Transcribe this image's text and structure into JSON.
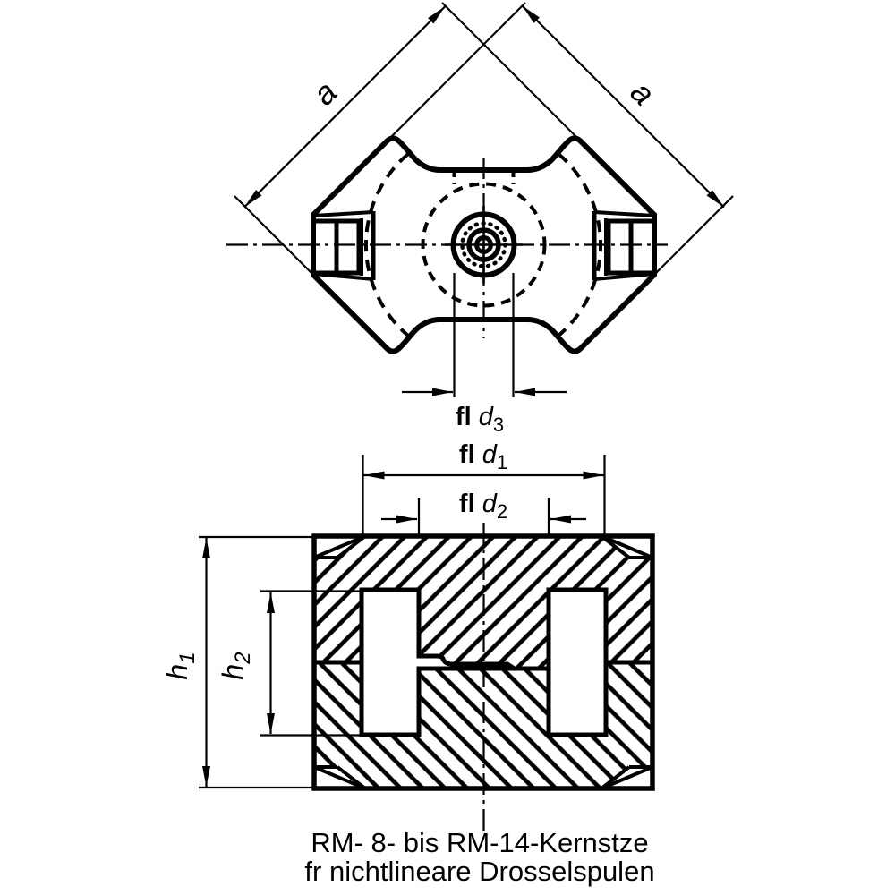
{
  "figure": {
    "title_caption": {
      "line1": "RM- 8- bis RM-14-Kernstze",
      "line2": "fr nichtlineare Drosselspulen"
    },
    "top_view": {
      "dim_a_left": "a",
      "dim_a_right": "a",
      "dim_d3": {
        "prefix": "fl",
        "symbol": "d",
        "sub": "3"
      }
    },
    "section_view": {
      "dim_d1": {
        "prefix": "fl",
        "symbol": "d",
        "sub": "1"
      },
      "dim_d2": {
        "prefix": "fl",
        "symbol": "d",
        "sub": "2"
      },
      "dim_h1": {
        "symbol": "h",
        "sub": "1"
      },
      "dim_h2": {
        "symbol": "h",
        "sub": "2"
      }
    },
    "colors": {
      "ink": "#000000",
      "background": "#ffffff"
    }
  }
}
